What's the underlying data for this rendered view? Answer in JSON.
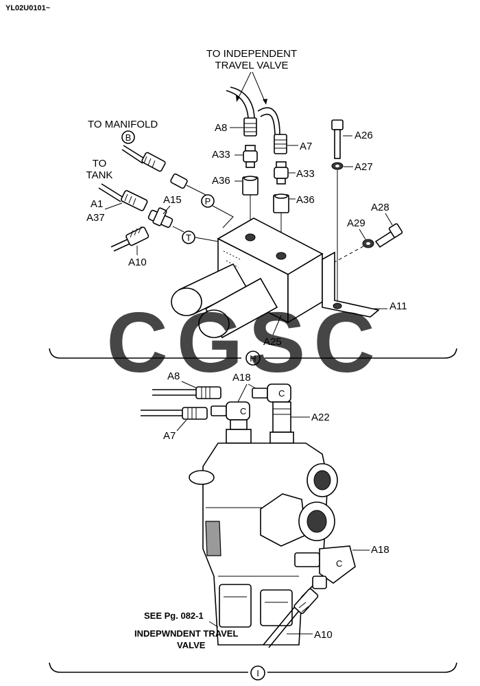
{
  "header": {
    "doc_id": "YL02U0101~"
  },
  "callouts_top": {
    "to_independent_line1": "TO INDEPENDENT",
    "to_independent_line2": "TRAVEL VALVE",
    "to_manifold": "TO MANIFOLD",
    "to_tank_line1": "TO",
    "to_tank_line2": "TANK",
    "port_b": "B",
    "port_p": "P",
    "port_t": "T",
    "section_h": "H"
  },
  "parts_top": {
    "a8": "A8",
    "a7": "A7",
    "a33_left": "A33",
    "a33_right": "A33",
    "a36_left": "A36",
    "a36_right": "A36",
    "a26": "A26",
    "a27": "A27",
    "a28": "A28",
    "a29": "A29",
    "a1": "A1",
    "a37": "A37",
    "a15": "A15",
    "a10": "A10",
    "a11": "A11",
    "a25": "A25"
  },
  "parts_bottom": {
    "a8": "A8",
    "a18_top": "A18",
    "a22": "A22",
    "a7": "A7",
    "a18_side": "A18",
    "a10": "A10",
    "see_page": "SEE Pg. 082-1",
    "valve_line1": "INDEPWNDENT TRAVEL",
    "valve_line2": "VALVE",
    "section_i": "I"
  },
  "watermark": {
    "letters": [
      "C",
      "G",
      "S",
      "C"
    ],
    "colors": [
      "#4f8ff7",
      "#ee4b44",
      "#f7c20b",
      "#26a55b"
    ]
  }
}
